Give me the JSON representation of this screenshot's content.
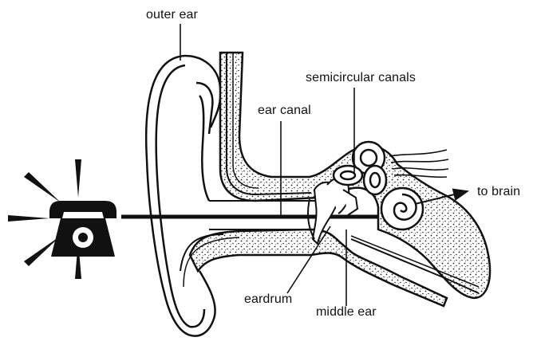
{
  "diagram": {
    "labels": {
      "outer_ear": "outer ear",
      "semicircular_canals": "semicircular canals",
      "ear_canal": "ear canal",
      "to_brain": "to brain",
      "eardrum": "eardrum",
      "middle_ear": "middle ear"
    },
    "colors": {
      "ink": "#111111",
      "background": "#ffffff",
      "bone_fill": "#f2f2f2"
    },
    "icons": [
      "telephone-icon",
      "ringing-burst-icon",
      "arrow-icon"
    ]
  }
}
